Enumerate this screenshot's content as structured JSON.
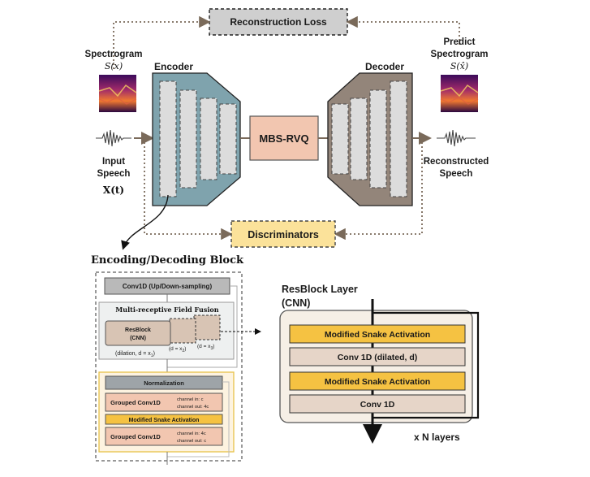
{
  "top": {
    "reconstruction_loss": "Reconstruction Loss",
    "spectrogram_label": "Spectrogram",
    "spectrogram_symbol": "S(x)",
    "predict_label_1": "Predict",
    "predict_label_2": "Spectrogram",
    "predict_symbol": "S(x̂)",
    "input_speech_1": "Input",
    "input_speech_2": "Speech",
    "input_symbol": "X(t)",
    "reconstructed_1": "Reconstructed",
    "reconstructed_2": "Speech",
    "encoder": "Encoder",
    "decoder": "Decoder",
    "quantizer": "MBS-RVQ",
    "discriminators": "Discriminators"
  },
  "block": {
    "title": "Encoding/Decoding Block",
    "conv1d": "Conv1D (Up/Down-sampling)",
    "mrf": "Multi-receptive Field Fusion",
    "resblock_1": "ResBlock",
    "resblock_2": "(CNN)",
    "dilation_1": "(dilation, d = x",
    "dilation_1_sub": "1",
    "dilation_2": "(d = x",
    "dilation_2_sub": "2",
    "dilation_3": "(d = x",
    "dilation_3_sub": "3",
    "normalization": "Normalization",
    "grouped_1": "Grouped Conv1D",
    "grouped_1_in": "channel in: c",
    "grouped_1_out": "channel out: 4c",
    "snake": "Modified Snake Activation",
    "grouped_2": "Grouped Conv1D",
    "grouped_2_in": "channel in: 4c",
    "grouped_2_out": "channel out: c"
  },
  "resblock": {
    "title_1": "ResBlock Layer",
    "title_2": "(CNN)",
    "snake_1": "Modified Snake Activation",
    "conv_1": "Conv 1D (dilated, d)",
    "snake_2": "Modified Snake Activation",
    "conv_2": "Conv 1D",
    "repeat": "x N layers"
  },
  "colors": {
    "encoder": "#7fa3ad",
    "decoder": "#93857a",
    "quantizer": "#f2c6b0",
    "discriminator": "#fbe29a",
    "snake": "#f5c242",
    "conv": "#e6d5c8",
    "gray_box": "#b9b9b9"
  }
}
